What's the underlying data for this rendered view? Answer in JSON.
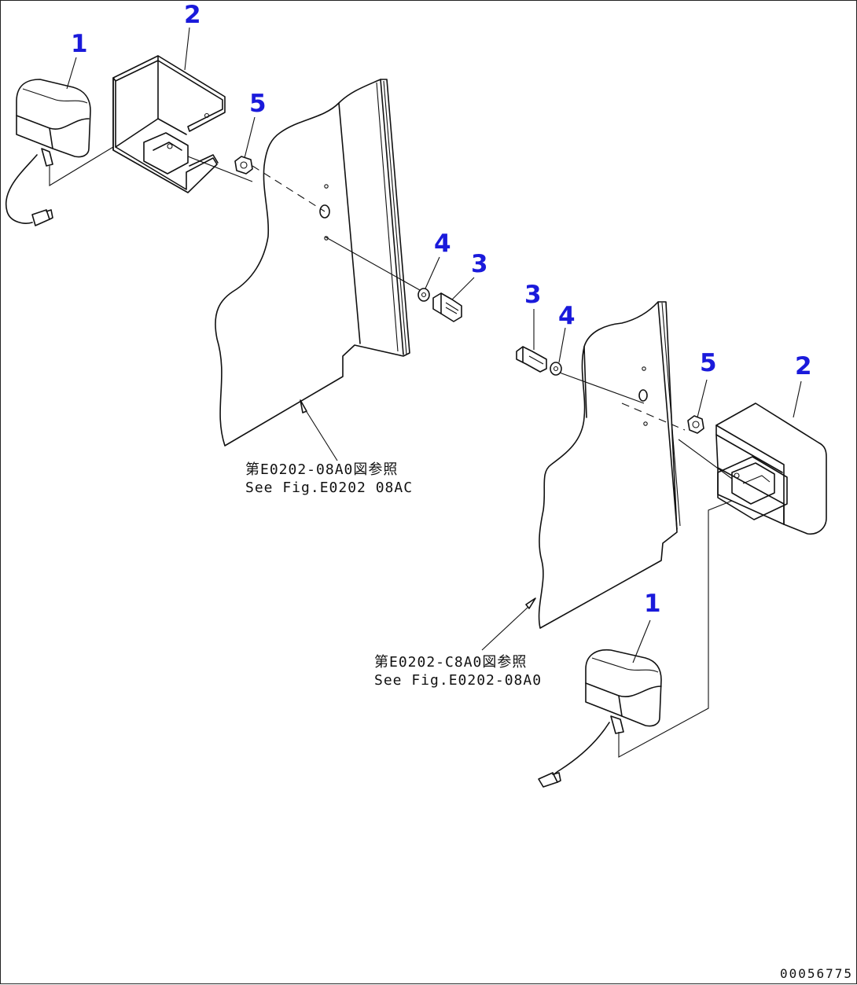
{
  "callouts": {
    "left": {
      "lamp": "1",
      "guard": "2",
      "bolt": "3",
      "washer": "4",
      "nut": "5"
    },
    "right": {
      "lamp": "1",
      "guard": "2",
      "bolt": "3",
      "washer": "4",
      "nut": "5"
    }
  },
  "references": {
    "left": {
      "jp": "第E0202-08A0図参照",
      "en": "See Fig.E0202 08AC"
    },
    "right": {
      "jp": "第E0202-C8A0図参照",
      "en": "See Fig.E0202-08A0"
    }
  },
  "figure_id": "00056775",
  "colors": {
    "callout": "#1a1adb",
    "line": "#111111"
  }
}
